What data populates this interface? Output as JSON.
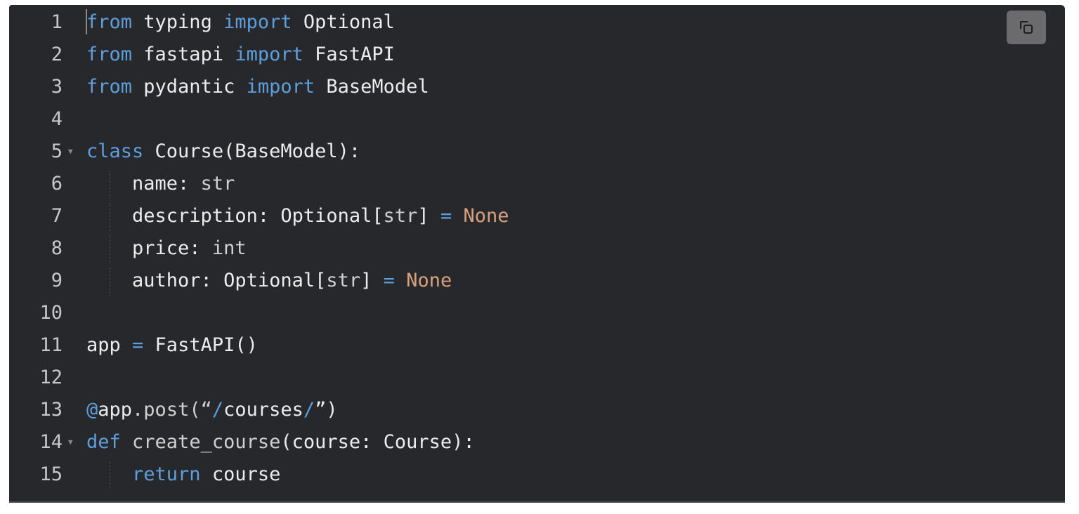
{
  "editor": {
    "copy_button": {
      "icon": "copy-icon"
    },
    "colors": {
      "background": "#27282c",
      "keyword": "#5d9fdc",
      "literal": "#d8a07c",
      "text": "#ececec"
    },
    "lines": [
      {
        "number": "1",
        "fold": false,
        "indent": false,
        "tokens": [
          {
            "t": "from",
            "c": "kw"
          },
          {
            "t": " typing ",
            "c": "tx"
          },
          {
            "t": "import",
            "c": "kw"
          },
          {
            "t": " Optional",
            "c": "tx"
          }
        ]
      },
      {
        "number": "2",
        "fold": false,
        "indent": false,
        "tokens": [
          {
            "t": "from",
            "c": "kw"
          },
          {
            "t": " fastapi ",
            "c": "tx"
          },
          {
            "t": "import",
            "c": "kw"
          },
          {
            "t": " FastAPI",
            "c": "tx"
          }
        ]
      },
      {
        "number": "3",
        "fold": false,
        "indent": false,
        "tokens": [
          {
            "t": "from",
            "c": "kw"
          },
          {
            "t": " pydantic ",
            "c": "tx"
          },
          {
            "t": "import",
            "c": "kw"
          },
          {
            "t": " BaseModel",
            "c": "tx"
          }
        ]
      },
      {
        "number": "4",
        "fold": false,
        "indent": false,
        "tokens": []
      },
      {
        "number": "5",
        "fold": true,
        "indent": false,
        "tokens": [
          {
            "t": "class",
            "c": "kw"
          },
          {
            "t": " Course(BaseModel):",
            "c": "tx"
          }
        ]
      },
      {
        "number": "6",
        "fold": false,
        "indent": true,
        "tokens": [
          {
            "t": "    name: ",
            "c": "tx"
          },
          {
            "t": "str",
            "c": "dim"
          }
        ]
      },
      {
        "number": "7",
        "fold": false,
        "indent": true,
        "tokens": [
          {
            "t": "    description: Optional[",
            "c": "tx"
          },
          {
            "t": "str",
            "c": "dim"
          },
          {
            "t": "] ",
            "c": "tx"
          },
          {
            "t": "=",
            "c": "kw"
          },
          {
            "t": " ",
            "c": "tx"
          },
          {
            "t": "None",
            "c": "num"
          }
        ]
      },
      {
        "number": "8",
        "fold": false,
        "indent": true,
        "tokens": [
          {
            "t": "    price: ",
            "c": "tx"
          },
          {
            "t": "int",
            "c": "dim"
          }
        ]
      },
      {
        "number": "9",
        "fold": false,
        "indent": true,
        "tokens": [
          {
            "t": "    author: Optional[",
            "c": "tx"
          },
          {
            "t": "str",
            "c": "dim"
          },
          {
            "t": "] ",
            "c": "tx"
          },
          {
            "t": "=",
            "c": "kw"
          },
          {
            "t": " ",
            "c": "tx"
          },
          {
            "t": "None",
            "c": "num"
          }
        ]
      },
      {
        "number": "10",
        "fold": false,
        "indent": false,
        "tokens": []
      },
      {
        "number": "11",
        "fold": false,
        "indent": false,
        "tokens": [
          {
            "t": "app ",
            "c": "tx"
          },
          {
            "t": "=",
            "c": "kw"
          },
          {
            "t": " FastAPI()",
            "c": "tx"
          }
        ]
      },
      {
        "number": "12",
        "fold": false,
        "indent": false,
        "tokens": []
      },
      {
        "number": "13",
        "fold": false,
        "indent": false,
        "tokens": [
          {
            "t": "@",
            "c": "kw"
          },
          {
            "t": "app",
            "c": "tx"
          },
          {
            "t": ".post(“",
            "c": "dim"
          },
          {
            "t": "/",
            "c": "kw"
          },
          {
            "t": "courses",
            "c": "tx"
          },
          {
            "t": "/",
            "c": "kw"
          },
          {
            "t": "”)",
            "c": "tx"
          }
        ]
      },
      {
        "number": "14",
        "fold": true,
        "indent": false,
        "tokens": [
          {
            "t": "def",
            "c": "kw"
          },
          {
            "t": " create_course",
            "c": "dim"
          },
          {
            "t": "(course: Course):",
            "c": "tx"
          }
        ]
      },
      {
        "number": "15",
        "fold": false,
        "indent": true,
        "tokens": [
          {
            "t": "    ",
            "c": "tx"
          },
          {
            "t": "return",
            "c": "kw"
          },
          {
            "t": " course",
            "c": "tx"
          }
        ]
      }
    ]
  }
}
